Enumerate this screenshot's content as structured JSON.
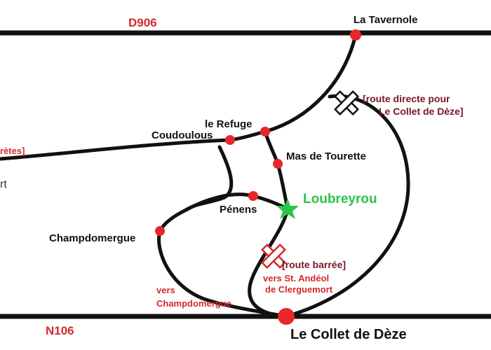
{
  "roads": {
    "top": "D906",
    "bottom": "N106"
  },
  "places": {
    "la_tavernole": "La Tavernole",
    "le_refuge": "le Refuge",
    "coudoulous": "Coudoulous",
    "mas_de_tourette": "Mas de Tourette",
    "penens": "Pénens",
    "champdomergue": "Champdomergue",
    "le_collet_de_deze": "Le Collet de Dèze",
    "loubreyrou": "Loubreyrou"
  },
  "notes": {
    "route_directe_1": "[route directe pour",
    "route_directe_2": "Le Collet de Dèze]",
    "route_barree": "[route barrée]",
    "vers_st_andeol_1": "vers St. Andéol",
    "vers_st_andeol_2": "de Clerguemort",
    "vers_champdomergue_1": "vers",
    "vers_champdomergue_2": "Champdomergue",
    "left_cut_1": "rètes]",
    "left_cut_2": "rt"
  },
  "colors": {
    "road": "#111111",
    "town_dot": "#e8262b",
    "loubreyrou": "#2ec44a",
    "road_label": "#d6282b",
    "note_dark": "#7a1426",
    "note_red": "#d6282b",
    "text": "#111111"
  },
  "icons": {
    "closure_mark": "cross-icon",
    "destination_mark": "star-icon"
  }
}
